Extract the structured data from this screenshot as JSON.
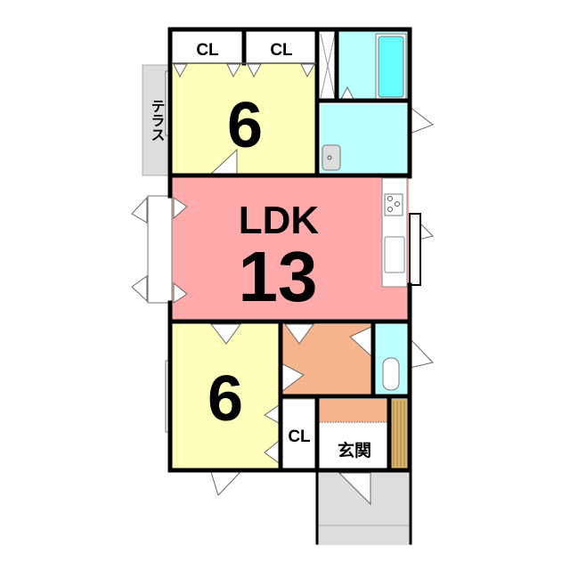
{
  "floor_plan": {
    "rooms": {
      "closet_top_left": {
        "label": "CL"
      },
      "closet_top_right": {
        "label": "CL"
      },
      "terrace": {
        "label": "テラス"
      },
      "bedroom_upper": {
        "label": "6"
      },
      "ldk": {
        "label": "LDK",
        "size": "13"
      },
      "bedroom_lower": {
        "label": "6"
      },
      "closet_lower": {
        "label": "CL"
      },
      "entrance": {
        "label": "玄関"
      }
    },
    "colors": {
      "bedroom": "#FFFFBB",
      "ldk": "#FFAAAA",
      "water": "#BBFFFF",
      "bathtub": "#66FFFF",
      "hall": "#F8B48C",
      "terrace": "#DDDDDD",
      "shoe_rack": "#D9B46A"
    }
  }
}
